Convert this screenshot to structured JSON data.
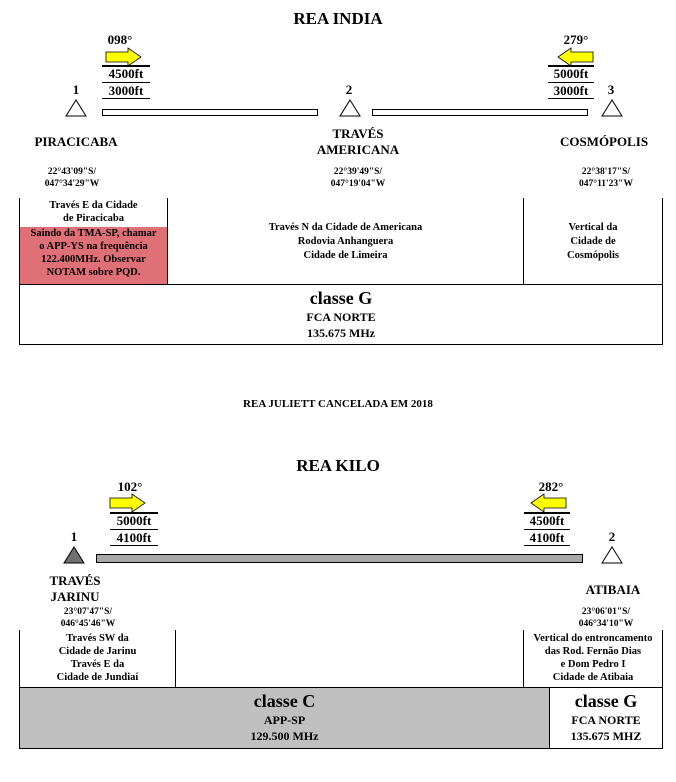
{
  "india": {
    "title": "REA INDIA",
    "arrow_left": {
      "heading": "098°",
      "alt_top": "4500ft",
      "alt_bottom": "3000ft",
      "color": "#ffff00"
    },
    "arrow_right": {
      "heading": "279°",
      "alt_top": "5000ft",
      "alt_bottom": "3000ft",
      "color": "#ffff00"
    },
    "points": [
      {
        "num": "1",
        "name": "PIRACICABA",
        "lat": "22°43'09\"S/",
        "lon": "047°34'29\"W"
      },
      {
        "num": "2",
        "name_line1": "TRAVÉS",
        "name_line2": "AMERICANA",
        "lat": "22°39'49\"S/",
        "lon": "047°19'04\"W"
      },
      {
        "num": "3",
        "name": "COSMÓPOLIS",
        "lat": "22°38'17\"S/",
        "lon": "047°11'23\"W"
      }
    ],
    "desc_left": [
      "Través E da Cidade",
      "de Piracicaba"
    ],
    "desc_left_note": [
      "Saindo da TMA-SP, chamar",
      "o APP-YS na frequência",
      "122.400MHz. Observar",
      "NOTAM sobre PQD."
    ],
    "desc_left_note_color": "#e07078",
    "desc_mid": [
      "Través N da Cidade de Americana",
      "Rodovia Anhanguera",
      "Cidade de Limeira"
    ],
    "desc_right": [
      "Vertical da",
      "Cidade de",
      "Cosmópolis"
    ],
    "airspace": {
      "class": "classe G",
      "unit": "FCA NORTE",
      "freq": "135.675 MHz"
    }
  },
  "juliett_note": "REA JULIETT CANCELADA EM 2018",
  "kilo": {
    "title": "REA KILO",
    "arrow_left": {
      "heading": "102°",
      "alt_top": "5000ft",
      "alt_bottom": "4100ft",
      "color": "#ffff00"
    },
    "arrow_right": {
      "heading": "282°",
      "alt_top": "4500ft",
      "alt_bottom": "4100ft",
      "color": "#ffff00"
    },
    "points": [
      {
        "num": "1",
        "name_line1": "TRAVÉS",
        "name_line2": "JARINU",
        "lat": "23°07'47\"S/",
        "lon": "046°45'46\"W"
      },
      {
        "num": "2",
        "name": "ATIBAIA",
        "lat": "23°06'01\"S/",
        "lon": "046°34'10\"W"
      }
    ],
    "desc_left": [
      "Través SW da",
      "Cidade de Jarinu",
      "Través E da",
      "Cidade de Jundiaí"
    ],
    "desc_right": [
      "Vertical do entroncamento",
      "das Rod. Fernão Dias",
      "e Dom Pedro I",
      "Cidade de Atibaia"
    ],
    "airspace_left": {
      "class": "classe C",
      "unit": "APP-SP",
      "freq": "129.500 MHz",
      "color": "#c0c0c0"
    },
    "airspace_right": {
      "class": "classe G",
      "unit": "FCA NORTE",
      "freq": "135.675 MHZ"
    }
  }
}
